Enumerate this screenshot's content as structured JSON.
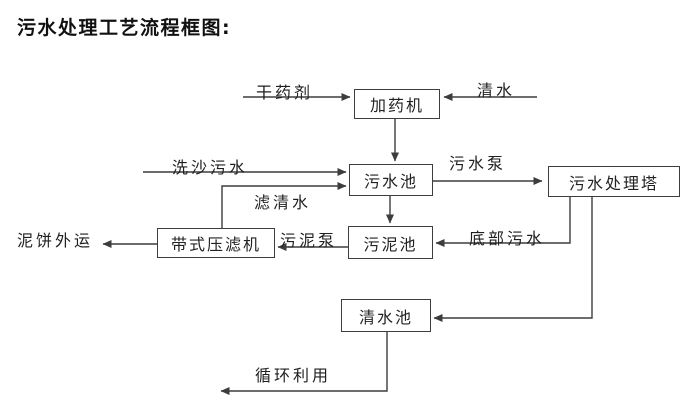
{
  "title": "污水处理工艺流程框图:",
  "nodes": {
    "dosing_machine": "加药机",
    "sewage_pool": "污水池",
    "treatment_tower": "污水处理塔",
    "sludge_pool": "污泥池",
    "belt_filter_press": "带式压滤机",
    "clean_water_pool": "清水池"
  },
  "flow_labels": {
    "dry_agent": "干药剂",
    "clean_water": "清水",
    "sand_wash_sewage": "洗沙污水",
    "sewage_pump": "污水泵",
    "filtered_water": "滤清水",
    "sludge_pump": "污泥泵",
    "bottom_sewage": "底部污水",
    "mud_cake_out": "泥饼外运",
    "recycle_use": "循环利用"
  },
  "edges": [
    {
      "from": "dry_agent_input",
      "to": "dosing_machine",
      "label": "干药剂"
    },
    {
      "from": "clean_water_input",
      "to": "dosing_machine",
      "label": "清水"
    },
    {
      "from": "dosing_machine",
      "to": "sewage_pool",
      "label": ""
    },
    {
      "from": "sand_wash_sewage_input",
      "to": "sewage_pool",
      "label": "洗沙污水"
    },
    {
      "from": "belt_filter_press",
      "to": "sewage_pool",
      "label": "滤清水"
    },
    {
      "from": "sewage_pool",
      "to": "treatment_tower",
      "label": "污水泵"
    },
    {
      "from": "sewage_pool",
      "to": "sludge_pool",
      "label": ""
    },
    {
      "from": "treatment_tower",
      "to": "sludge_pool",
      "label": "底部污水"
    },
    {
      "from": "sludge_pool",
      "to": "belt_filter_press",
      "label": "污泥泵"
    },
    {
      "from": "belt_filter_press",
      "to": "mud_cake_out",
      "label": "泥饼外运"
    },
    {
      "from": "treatment_tower",
      "to": "clean_water_pool",
      "label": ""
    },
    {
      "from": "clean_water_pool",
      "to": "recycle_out",
      "label": "循环利用"
    }
  ],
  "colors": {
    "background": "#ffffff",
    "line": "#3d3d3d",
    "text": "#1a1a1a"
  }
}
